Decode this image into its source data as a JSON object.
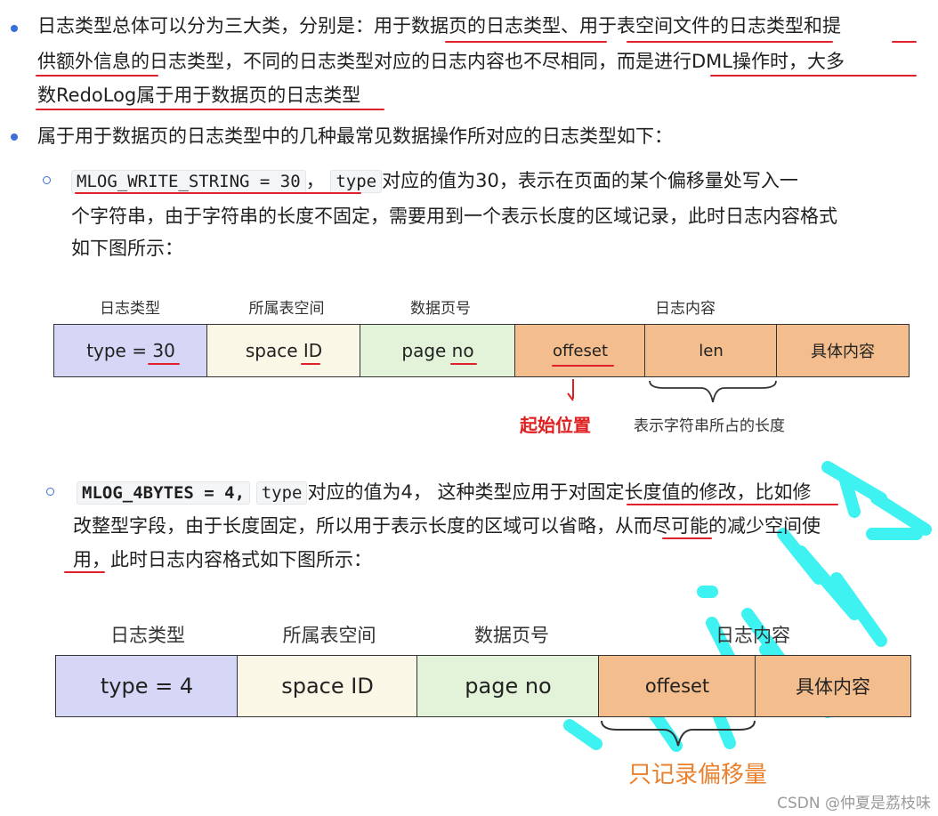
{
  "intro": {
    "line1": "日志类型总体可以分为三大类，分别是：用于数据页的日志类型、用于表空间文件的日志类型和提",
    "line2": "供额外信息的日志类型，不同的日志类型对应的日志内容也不尽相同，而是进行DML操作时，大多",
    "line3": "数RedoLog属于用于数据页的日志类型"
  },
  "bullet2": "属于用于数据页的日志类型中的几种最常见数据操作所对应的日志类型如下：",
  "item1": {
    "code": "MLOG_WRITE_STRING = 30",
    "sep": "，",
    "type_code": "type",
    "text1": "对应的值为30，表示在页面的某个偏移量处写入一",
    "text2": "个字符串，由于字符串的长度不固定，需要用到一个表示长度的区域记录，此时日志内容格式",
    "text3": "如下图所示："
  },
  "diagram1": {
    "headers": [
      "日志类型",
      "所属表空间",
      "数据页号",
      "日志内容"
    ],
    "cells": [
      "type = 30",
      "space ID",
      "page no",
      "offeset",
      "len",
      "具体内容"
    ],
    "start_label": "起始位置",
    "len_note": "表示字符串所占的长度"
  },
  "item2": {
    "code": "MLOG_4BYTES = 4,",
    "type_code": "type",
    "text1": "对应的值为4， 这种类型应用于对固定长度值的修改，比如修",
    "text2": "改整型字段，由于长度固定，所以用于表示长度的区域可以省略，从而尽可能的减少空间使",
    "text3": "用，此时日志内容格式如下图所示："
  },
  "diagram2": {
    "headers": [
      "日志类型",
      "所属表空间",
      "数据页号",
      "日志内容"
    ],
    "cells": [
      "type = 4",
      "space ID",
      "page no",
      "offeset",
      "具体内容"
    ],
    "offset_note": "只记录偏移量"
  },
  "watermark": "CSDN @仲夏是荔枝味",
  "colors": {
    "purple": "#d6d7f6",
    "cream": "#fbf7e6",
    "green": "#e3f3d9",
    "orange": "#f3bd8d",
    "underline_red": "#e0202a",
    "bullet_blue": "#3b6fd8",
    "note_orange": "#e8802e"
  }
}
